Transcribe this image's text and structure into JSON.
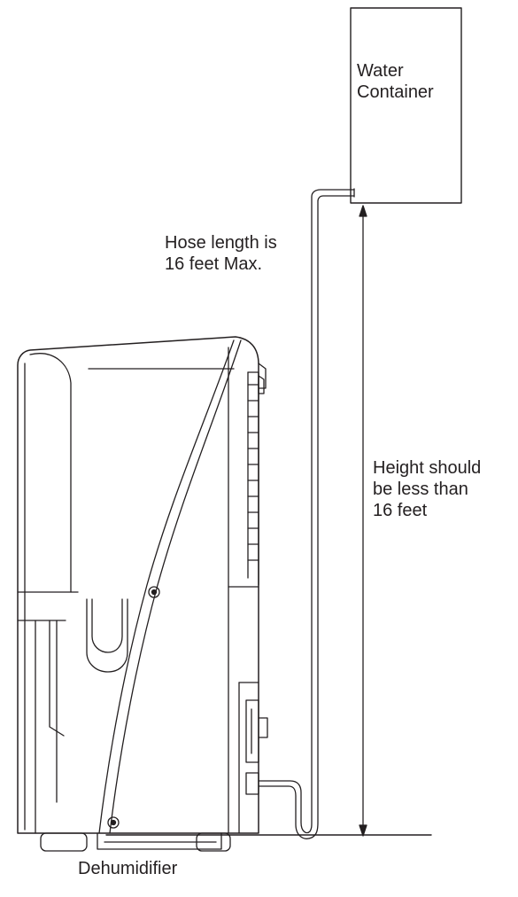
{
  "labels": {
    "water_container": [
      "Water",
      "Container"
    ],
    "hose_length": [
      "Hose length is",
      "16 feet Max."
    ],
    "height_limit": [
      "Height should",
      "be less than",
      "16 feet"
    ],
    "dehumidifier": "Dehumidifier"
  },
  "colors": {
    "line": "#231f20",
    "background": "#ffffff"
  }
}
